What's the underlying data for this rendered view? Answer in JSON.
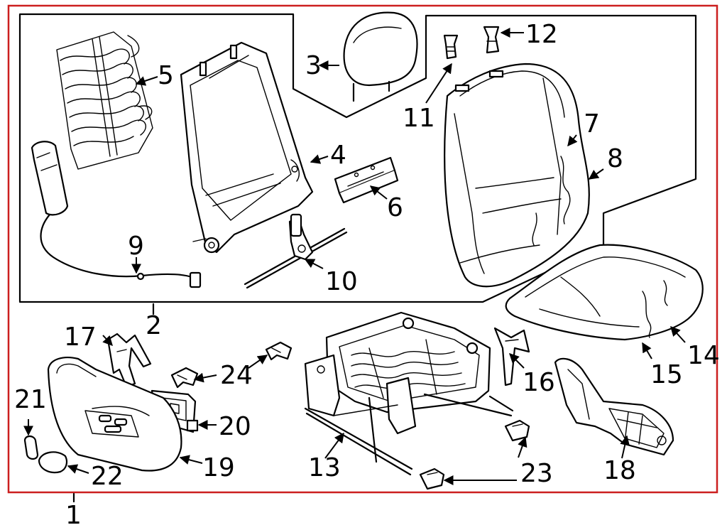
{
  "diagram": {
    "border_color": "#cc1f1f",
    "line_color": "#000000",
    "background": "#ffffff",
    "callouts": [
      "1",
      "2",
      "3",
      "4",
      "5",
      "6",
      "7",
      "8",
      "9",
      "10",
      "11",
      "12",
      "13",
      "14",
      "15",
      "16",
      "17",
      "18",
      "19",
      "20",
      "21",
      "22",
      "23",
      "24"
    ]
  }
}
